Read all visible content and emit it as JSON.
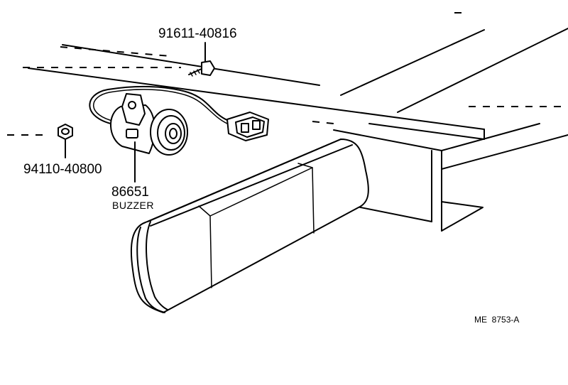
{
  "parts": {
    "bolt": "91611-40816",
    "nut": "94110-40800",
    "buzzer_number": "86651",
    "buzzer_name": "BUZZER"
  },
  "reference_code": "ME  8753-A"
}
